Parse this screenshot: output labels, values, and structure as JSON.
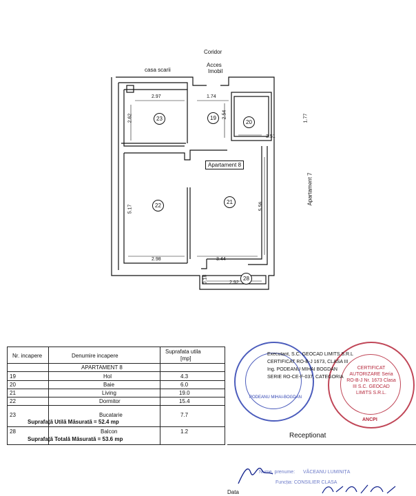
{
  "plan": {
    "corridor": "Coridor",
    "access": "Acces",
    "building": "Imobil",
    "stairs": "casa scarii",
    "apartment_label": "Apartament 8",
    "neighbor_label": "Apartament 7",
    "rooms": {
      "r19": "19",
      "r20": "20",
      "r21": "21",
      "r22": "22",
      "r23": "23",
      "r28": "28"
    },
    "dims": {
      "d297": "2.97",
      "d174": "1.74",
      "d262": "2.62",
      "d254": "2.54",
      "d177": "1.77",
      "d351": "3.51",
      "d517": "5.17",
      "d556": "5.56",
      "d298": "2.98",
      "d344": "3.44",
      "d018": "0.18",
      "d292": "2.92"
    }
  },
  "table": {
    "col_nr": "Nr. incapere",
    "col_name": "Denumire incapere",
    "col_area_1": "Suprafata utila",
    "col_area_2": "[mp]",
    "apartment": "APARTAMENT 8",
    "rows": [
      {
        "nr": "19",
        "name": "Hol",
        "area": "4.3"
      },
      {
        "nr": "20",
        "name": "Baie",
        "area": "6.0"
      },
      {
        "nr": "21",
        "name": "Living",
        "area": "19.0"
      },
      {
        "nr": "22",
        "name": "Dormitor",
        "area": "15.4"
      },
      {
        "nr": "23",
        "name": "Bucatarie",
        "area": "7.7"
      }
    ],
    "useful_total": "Suprafață Utilă Măsurată = 52.4 mp",
    "balcony": {
      "nr": "28",
      "name": "Balcon",
      "area": "1.2"
    },
    "total": "Suprafață Totală Măsurată = 53.6 mp"
  },
  "stamp_text": {
    "executant": "Executant, S.C. GEOCAD LIMITS S.R.L",
    "cert": "CERTIFICAT RO-B-J 1673, CLASA III",
    "engineer": "Ing. PODEANU MIHAI BOGDAN",
    "series": "SERIE RO-CE-F-037, CATEGORIA",
    "round1": "CERTIFICAT AUTORIZARE Seria RO-B-J Nr. 1673 Clasa III S.C. GEOCAD LIMITS S.R.L.",
    "round2": "ANCPI",
    "podeanu": "PODEANU MIHAI-BOGDAN",
    "receptionat": "Receptionat",
    "line1": "Nume, prenume:",
    "line2": "Funcția: CONSILIER CLASA",
    "name": "VĂCEANU LUMINIȚA",
    "date": "Data"
  },
  "colors": {
    "ink": "#111111",
    "stamp_blue": "#2b3fb0",
    "stamp_red": "#b5263a"
  }
}
